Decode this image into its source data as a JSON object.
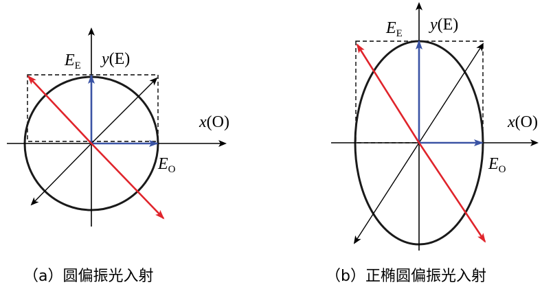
{
  "colors": {
    "axis": "#000000",
    "curve": "#1a1a1a",
    "blue_vector": "#3a53a4",
    "red_vector": "#e0242b",
    "dashed_box": "#000000"
  },
  "panel_a": {
    "caption": "（a）圆偏振光入射",
    "x_axis_label_var": "x",
    "x_axis_label_paren": "(O)",
    "y_axis_label_var": "y",
    "y_axis_label_paren": "(E)",
    "e_e_main": "E",
    "e_e_sub": "E",
    "e_o_main": "E",
    "e_o_sub": "O",
    "shape": "circle"
  },
  "panel_b": {
    "caption": "（b）正椭圆偏振光入射",
    "x_axis_label_var": "x",
    "x_axis_label_paren": "(O)",
    "y_axis_label_var": "y",
    "y_axis_label_paren": "(E)",
    "e_e_main": "E",
    "e_e_sub": "E",
    "e_o_main": "E",
    "e_o_sub": "O",
    "shape": "ellipse"
  }
}
